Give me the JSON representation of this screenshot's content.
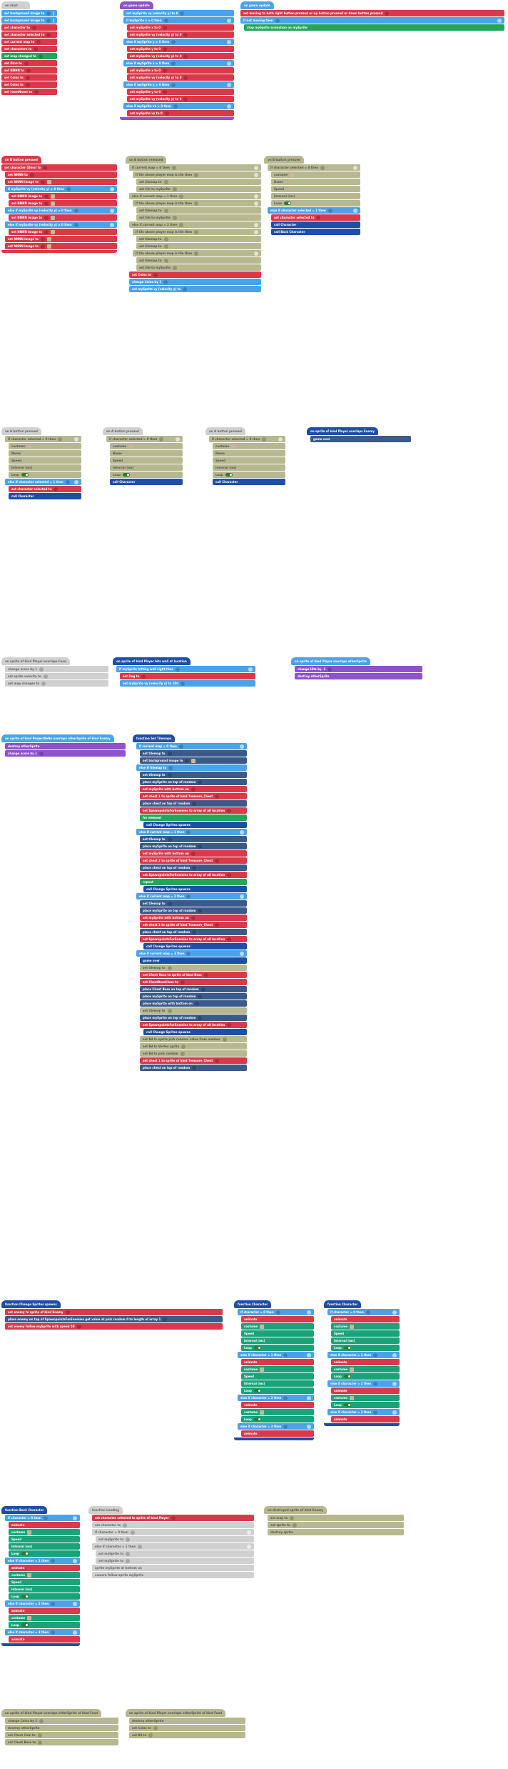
{
  "colors": {
    "blue": "#4aa3e8",
    "red": "#d9394a",
    "purple": "#8f52c9",
    "green": "#24a65a",
    "orange": "#e88a1a",
    "navy": "#1e4fa8",
    "olive": "#b8b890",
    "gray": "#d0d0d0"
  },
  "s1": {
    "hat": "on start",
    "rows": [
      "set background image to",
      "set background image to",
      "set character to",
      "set character selected to",
      "set current map to",
      "set characters to",
      "set map changed to",
      "set Dino to",
      "set NNNN to",
      "set Coins to",
      "set Coins to",
      "set roomName to"
    ]
  },
  "s2": {
    "hat": "on game update",
    "rows": [
      "set mySprite vy (velocity y) to 0",
      "if mySprite x ≥ 0 then",
      "set mySprite x to 0",
      "set mySprite vy (velocity y) to 0",
      "else if mySprite y ≥ 0 then",
      "set mySprite y to 0",
      "set mySprite vy (velocity y) to 0",
      "else if mySprite x ≥ 0 then",
      "set mySprite x to 0",
      "set mySprite vy (velocity y) to 0",
      "else if mySprite y ≥ 0 then",
      "set mySprite y to 0",
      "set mySprite vy (velocity y) to 0",
      "else if mySprite vx ≥ 0 then",
      "set mySprite vx to 0"
    ]
  },
  "s3": {
    "hat": "on game update",
    "rows": [
      "set moving to both right button pressed or up button pressed or down button pressed",
      "if not moving then",
      "stop mySprite animation on mySprite"
    ]
  },
  "s4": {
    "hat": "on B button pressed",
    "rows": [
      "set character (Dino) to",
      "set NNNN to",
      "set NNNN image to",
      "if mySprite vy (velocity y) ≥ 0 then",
      "set NNNN image to",
      "set NNNN image to",
      "else if mySprite vy (velocity y) ≥ 0 then",
      "set NNNN image to",
      "else if mySprite vy (velocity y) ≥ 0 then",
      "set NNNN image to",
      "set NNNN image to",
      "set NNNN image to"
    ]
  },
  "s5": {
    "hat": "on B button released",
    "rows": [
      "if current map = 0 then",
      "if tile above player map is tile then",
      "set tilemap to",
      "set tile to mySprite",
      "else if current map = 1 then",
      "if tile above player map is tile then",
      "set tilemap to",
      "set tile to mySprite",
      "else if current map = 2 then",
      "if tile above player map is tile then",
      "set tilemap to",
      "set tilemap to",
      "if tile above player map is tile then",
      "set tilemap to",
      "set tile to mySprite",
      "set Coins to",
      "change Coins by 1",
      "set mySprite vy (velocity y) to"
    ]
  },
  "s6": {
    "hat": "on B button pressed",
    "rows": [
      "if character selected = 0 then",
      "costume",
      "Name",
      "Speed",
      "Internal (ms)",
      "Loop",
      "else if character selected = 1 then",
      "set character selected to",
      "call Character",
      "call Back Character"
    ]
  },
  "s7": {
    "hat": "on A button pressed",
    "rows": [
      "if character selected = 0 then",
      "costume",
      "Name",
      "Speed",
      "Internal (ms)",
      "Loop",
      "else if character selected = 1 then",
      "set character selected to",
      "call Character"
    ]
  },
  "s8": {
    "hat": "on A button pressed",
    "rows": [
      "if character selected = 0 then",
      "costume",
      "Name",
      "Speed",
      "Internal (ms)",
      "Loop",
      "call Character"
    ]
  },
  "s9": {
    "hat": "on A button pressed",
    "rows": [
      "if character selected = 0 then",
      "costume",
      "Name",
      "Speed",
      "Internal (ms)",
      "Loop",
      "call Character"
    ]
  },
  "s10": {
    "hat": "on sprite of kind Player overlaps Enemy",
    "rows": [
      "game over"
    ]
  },
  "s11": {
    "hat": "on sprite of kind Player overlaps Food",
    "rows": [
      "change score by 1",
      "set sprite velocity to",
      "set map changes to"
    ]
  },
  "s12": {
    "hat": "on sprite of kind Player hits wall at location",
    "rows": [
      "if mySprite hitting wall right then",
      "set Dog to",
      "set mySprite vy (velocity y) to 100"
    ]
  },
  "s13": {
    "hat": "on sprite of kind Player overlaps otherSprite",
    "rows": [
      "change Hits by -1",
      "destroy otherSprite"
    ]
  },
  "s14": {
    "hat": "on sprite of kind ProjectileNo overlaps otherSprite of kind Enemy",
    "rows": [
      "destroy otherSprite",
      "change score by 1"
    ]
  },
  "s15": {
    "hat": "function Set Tilemaps",
    "rows": [
      "if current map = 0 then",
      "set tilemap to",
      "set background image to",
      "else if tilemap to",
      "set tilemap to",
      "place mySprite on top of random",
      "set mySprite with bottom on",
      "set chest 1 to sprite of kind Treasure_Chest",
      "place chest on top of random",
      "set SpawnpointsForEnemies to array of all location",
      "for element",
      "call Change Sprites spawns",
      "else if current map = 1 then",
      "set tilemap to",
      "place mySprite on top of random",
      "set mySprite with bottom on",
      "set chest 2 to sprite of kind Treasure_Chest",
      "place chest on top of random",
      "set SpawnpointsForEnemies to array of all location",
      "repeat",
      "call Change Sprites spawns",
      "else if current map = 2 then",
      "set tilemap to",
      "place mySprite on top of random",
      "set mySprite with bottom on",
      "set chest 3 to sprite of kind Treasure_Chest",
      "place chest on top of random",
      "set SpawnpointsForEnemies to array of all location",
      "call Change Sprites spawns",
      "else if current map = 3 then",
      "game over",
      "set tilemap to",
      "set Chest Boss to sprite of kind Boss",
      "set ChestBossClose to",
      "place Chest Boss on top of random",
      "place mySprite on top of random",
      "place mySprite with bottom on",
      "set tilemap to",
      "place mySprite on top of random",
      "set SpawnpointsForEnemies to array of all location",
      "call Change Sprites spawns",
      "set Bd to sprite pick random value from number",
      "set Bd to Vortex sprite",
      "set Bd to pick random",
      "set chest 1 to sprite of kind Treasure_Chest",
      "place chest on top of random"
    ]
  },
  "s16": {
    "hat": "function Change Sprites spawns",
    "rows": [
      "set enemy to sprite of kind Enemy",
      "place enemy on top of SpawnpointsForEnemies get value at pick random 0 to length of array 1",
      "set enemy follow mySprite with speed 50"
    ]
  },
  "s17": {
    "hat": "function Character",
    "rows": [
      "if character = 0 then",
      "animate",
      "costume",
      "Speed",
      "Internal (ms)",
      "Loop",
      "else if character = 1 then",
      "animate",
      "costume",
      "Speed",
      "Internal (ms)",
      "Loop",
      "else if character = 2 then",
      "animate",
      "costume",
      "Loop",
      "else if character = 3 then",
      "animate"
    ]
  },
  "s18": {
    "hat": "function Character",
    "rows": [
      "if character = 0 then",
      "animate",
      "costume",
      "Speed",
      "Internal (ms)",
      "Loop",
      "else if character = 1 then",
      "animate",
      "costume",
      "Loop",
      "else if character = 2 then",
      "animate",
      "costume",
      "Loop",
      "else if character = 3 then",
      "animate"
    ]
  },
  "s19": {
    "hat": "function Back Character",
    "rows": [
      "if character = 0 then",
      "animate",
      "costume",
      "Speed",
      "Internal (ms)",
      "Loop",
      "else if character = 1 then",
      "animate",
      "costume",
      "Speed",
      "Internal (ms)",
      "Loop",
      "else if character = 2 then",
      "animate",
      "costume",
      "Loop",
      "else if character = 3 then",
      "animate"
    ]
  },
  "s20": {
    "hat": "function Loading",
    "rows": [
      "set character selected to sprite of kind Player",
      "set character to",
      "if character = 0 then",
      "set mySprite to",
      "else if character = 1 then",
      "set mySprite to",
      "set mySprite to",
      "sprite mySprite at bottom on",
      "camera follow sprite mySprite"
    ]
  },
  "s21": {
    "hat": "on destroyed sprite of kind Enemy",
    "rows": [
      "set map to",
      "set sprite to",
      "destroy sprite"
    ]
  },
  "s22": {
    "hat": "on sprite of kind Player overlaps otherSprite of kind Food",
    "rows": [
      "change Coins by 1",
      "destroy otherSprite",
      "set Chest Coin to",
      "set Chest Boss to"
    ]
  },
  "s23": {
    "hat": "on sprite of kind Player overlaps otherSprite of kind Food",
    "rows": [
      "destroy otherSprite",
      "set Coins to",
      "set Bd to"
    ]
  }
}
